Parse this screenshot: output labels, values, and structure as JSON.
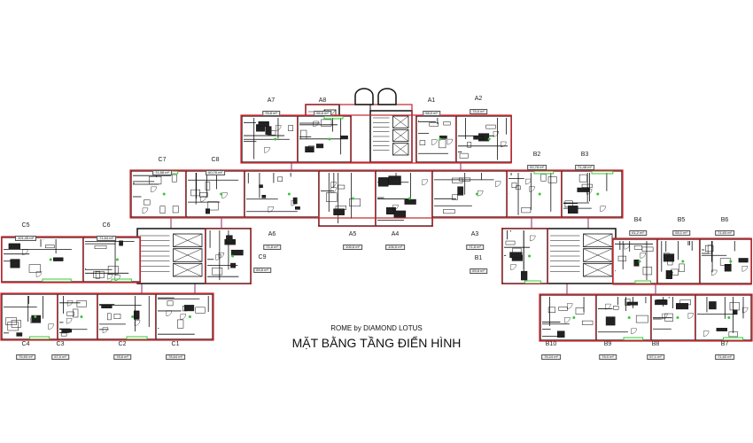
{
  "subtitle": "ROME by DIAMOND LOTUS",
  "title": "MẶT BẰNG TẦNG ĐIỂN HÌNH",
  "colors": {
    "unit_outline": "#c0262c",
    "walls": "#111111",
    "connector": "#8a2a6a",
    "greenery": "#3cc43c"
  },
  "units": [
    {
      "name": "A7",
      "area": "76,8 m²"
    },
    {
      "name": "A8",
      "area": "56,6 m²"
    },
    {
      "name": "A1",
      "area": "58,0 m²"
    },
    {
      "name": "A2",
      "area": "75,5 m²"
    },
    {
      "name": "C7",
      "area": "71,88 m²"
    },
    {
      "name": "C8",
      "area": "60,76 m²"
    },
    {
      "name": "B2",
      "area": "92,78 m²"
    },
    {
      "name": "B3",
      "area": "71,48 m²"
    },
    {
      "name": "A6",
      "area": "71,8 m²"
    },
    {
      "name": "A5",
      "area": "106,6 m²"
    },
    {
      "name": "A4",
      "area": "106,6 m²"
    },
    {
      "name": "A3",
      "area": "71,8 m²"
    },
    {
      "name": "C9",
      "area": "89,8 m²"
    },
    {
      "name": "B1",
      "area": "89,8 m²"
    },
    {
      "name": "C5",
      "area": "101,45 m²"
    },
    {
      "name": "C6",
      "area": "71,64 m²"
    },
    {
      "name": "B4",
      "area": "61,2 m²"
    },
    {
      "name": "B5",
      "area": "55,1 m²"
    },
    {
      "name": "B6",
      "area": "71,60 m²"
    },
    {
      "name": "C4",
      "area": "75,60 m²"
    },
    {
      "name": "C3",
      "area": "57,0 m²"
    },
    {
      "name": "C2",
      "area": "78,6 m²"
    },
    {
      "name": "C1",
      "area": "78,64 m²"
    },
    {
      "name": "B10",
      "area": "78,24 m²"
    },
    {
      "name": "B9",
      "area": "78,0 m²"
    },
    {
      "name": "B8",
      "area": "57,1 m²"
    },
    {
      "name": "B7",
      "area": "71,60 m²"
    }
  ]
}
